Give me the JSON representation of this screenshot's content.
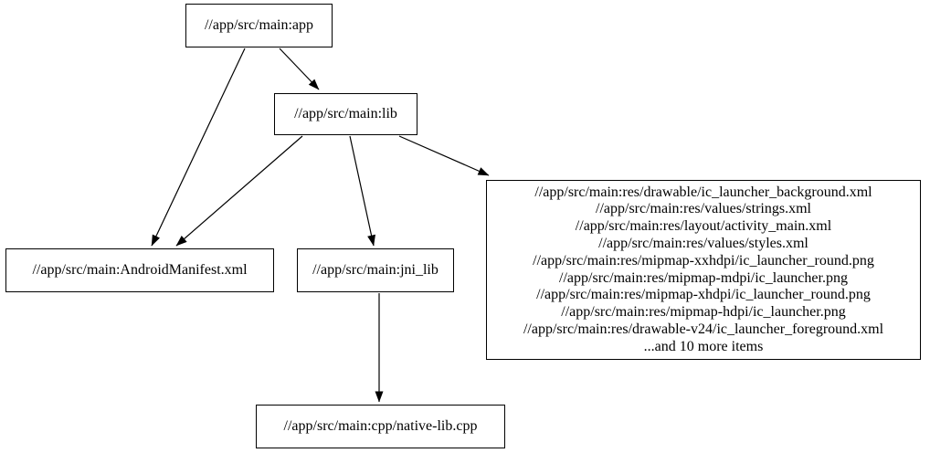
{
  "diagram": {
    "kind": "dependency-graph",
    "colors": {
      "background": "#ffffff",
      "node_fill": "#ffffff",
      "node_border": "#000000",
      "text": "#000000",
      "edge": "#000000"
    },
    "nodes": {
      "app": {
        "label": "//app/src/main:app"
      },
      "lib": {
        "label": "//app/src/main:lib"
      },
      "android_manifest": {
        "label": "//app/src/main:AndroidManifest.xml"
      },
      "jni_lib": {
        "label": "//app/src/main:jni_lib"
      },
      "native_lib_cpp": {
        "label": "//app/src/main:cpp/native-lib.cpp"
      },
      "resources_group": {
        "lines": [
          "//app/src/main:res/drawable/ic_launcher_background.xml",
          "//app/src/main:res/values/strings.xml",
          "//app/src/main:res/layout/activity_main.xml",
          "//app/src/main:res/values/styles.xml",
          "//app/src/main:res/mipmap-xxhdpi/ic_launcher_round.png",
          "//app/src/main:res/mipmap-mdpi/ic_launcher.png",
          "//app/src/main:res/mipmap-xhdpi/ic_launcher_round.png",
          "//app/src/main:res/mipmap-hdpi/ic_launcher.png",
          "//app/src/main:res/drawable-v24/ic_launcher_foreground.xml",
          "...and 10 more items"
        ]
      }
    },
    "edges": [
      {
        "from": "//app/src/main:app",
        "to": "//app/src/main:lib"
      },
      {
        "from": "//app/src/main:app",
        "to": "//app/src/main:AndroidManifest.xml"
      },
      {
        "from": "//app/src/main:lib",
        "to": "//app/src/main:AndroidManifest.xml"
      },
      {
        "from": "//app/src/main:lib",
        "to": "//app/src/main:jni_lib"
      },
      {
        "from": "//app/src/main:lib",
        "to": "resources-group"
      },
      {
        "from": "//app/src/main:jni_lib",
        "to": "//app/src/main:cpp/native-lib.cpp"
      }
    ]
  }
}
